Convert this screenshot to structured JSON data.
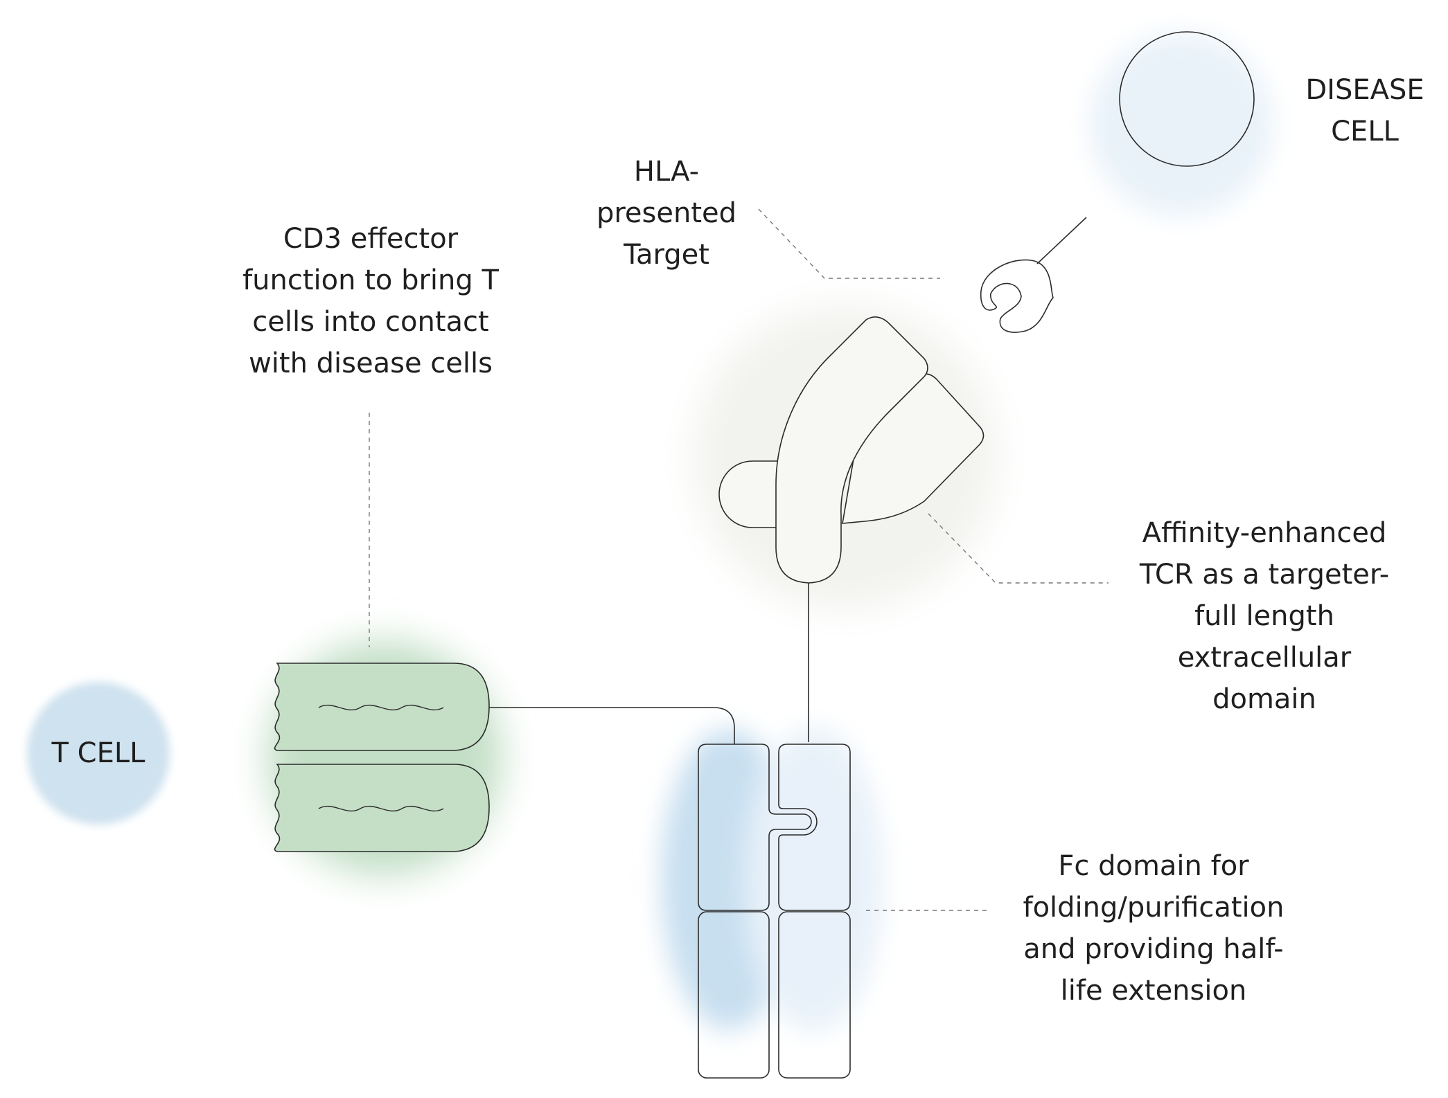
{
  "labels": {
    "disease_cell": [
      "DISEASE",
      "CELL"
    ],
    "hla_target": [
      "HLA-",
      "presented",
      "Target"
    ],
    "cd3": [
      "CD3 effector",
      "function to bring T",
      "cells into contact",
      "with disease cells"
    ],
    "tcr": [
      "Affinity-enhanced",
      "TCR as a targeter-",
      "full length",
      "extracellular",
      "domain"
    ],
    "fc": [
      "Fc domain for",
      "folding/purification",
      "and providing half-",
      "life extension"
    ],
    "t_cell": "T CELL"
  },
  "colors": {
    "disease_cell_glow": "#e9f2f9",
    "t_cell_fill": "#cfe2ef",
    "cd3_glow": "#c3dfc6",
    "cd3_module_fill": "#c5dfc7",
    "tcr_glow": "#f2f2ee",
    "fc_left_glow": "#c8dff0",
    "fc_right_glow": "#e8f1f9",
    "stroke": "#2b2b2b",
    "leader": "#777777"
  }
}
